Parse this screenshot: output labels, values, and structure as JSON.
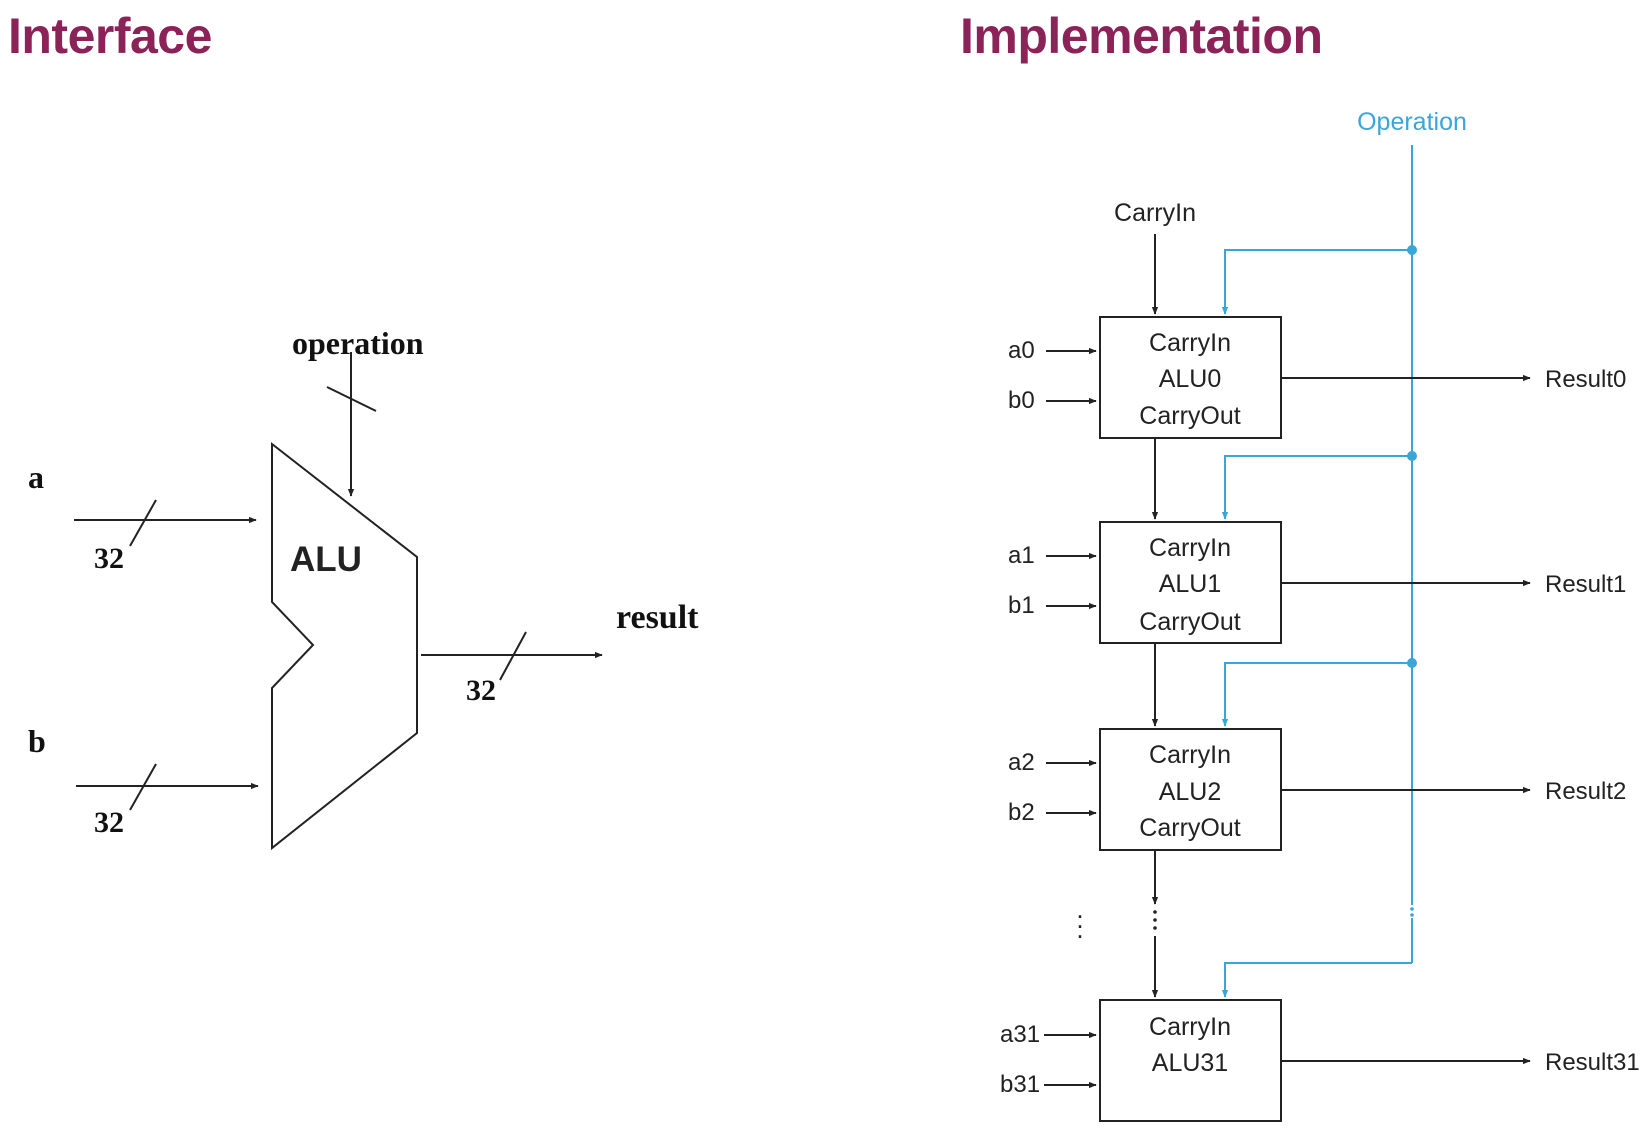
{
  "headings": {
    "interface": "Interface",
    "implementation": "Implementation"
  },
  "interface": {
    "alu_label": "ALU",
    "input_a": "a",
    "input_b": "b",
    "operation": "operation",
    "result": "result",
    "width_a": "32",
    "width_b": "32",
    "width_result": "32"
  },
  "implementation": {
    "operation": "Operation",
    "carry_in": "CarryIn",
    "ellipsis": ".",
    "units": [
      {
        "carry_in": "CarryIn",
        "name": "ALU0",
        "carry_out": "CarryOut",
        "a": "a0",
        "b": "b0",
        "result": "Result0"
      },
      {
        "carry_in": "CarryIn",
        "name": "ALU1",
        "carry_out": "CarryOut",
        "a": "a1",
        "b": "b1",
        "result": "Result1"
      },
      {
        "carry_in": "CarryIn",
        "name": "ALU2",
        "carry_out": "CarryOut",
        "a": "a2",
        "b": "b2",
        "result": "Result2"
      },
      {
        "carry_in": "CarryIn",
        "name": "ALU31",
        "a": "a31",
        "b": "b31",
        "result": "Result31"
      }
    ]
  },
  "colors": {
    "heading": "#8c2358",
    "control": "#3aa6d8",
    "wire": "#222222"
  }
}
